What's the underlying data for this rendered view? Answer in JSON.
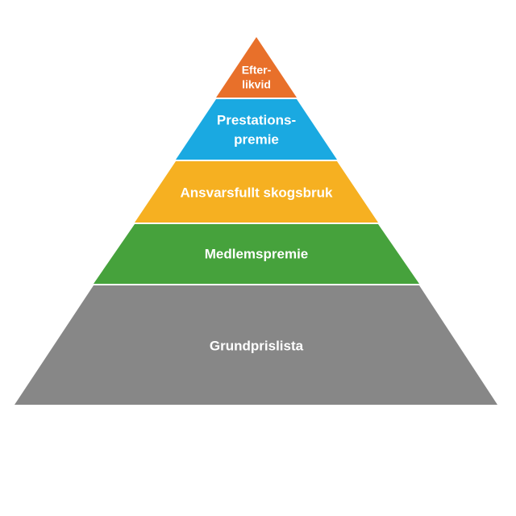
{
  "diagram": {
    "type": "pyramid",
    "layers": [
      {
        "id": "efterlikvid",
        "lines": [
          "Efter-",
          "likvid"
        ],
        "color": "#E8702A"
      },
      {
        "id": "prestationspremie",
        "lines": [
          "Prestations-",
          "premie"
        ],
        "color": "#1AA9E1"
      },
      {
        "id": "ansvarsfullt-skogsbruk",
        "lines": [
          "Ansvarsfullt skogsbruk"
        ],
        "color": "#F6B021"
      },
      {
        "id": "medlemspremie",
        "lines": [
          "Medlemspremie"
        ],
        "color": "#46A23C"
      },
      {
        "id": "grundprislista",
        "lines": [
          "Grundprislista"
        ],
        "color": "#878787"
      }
    ]
  }
}
